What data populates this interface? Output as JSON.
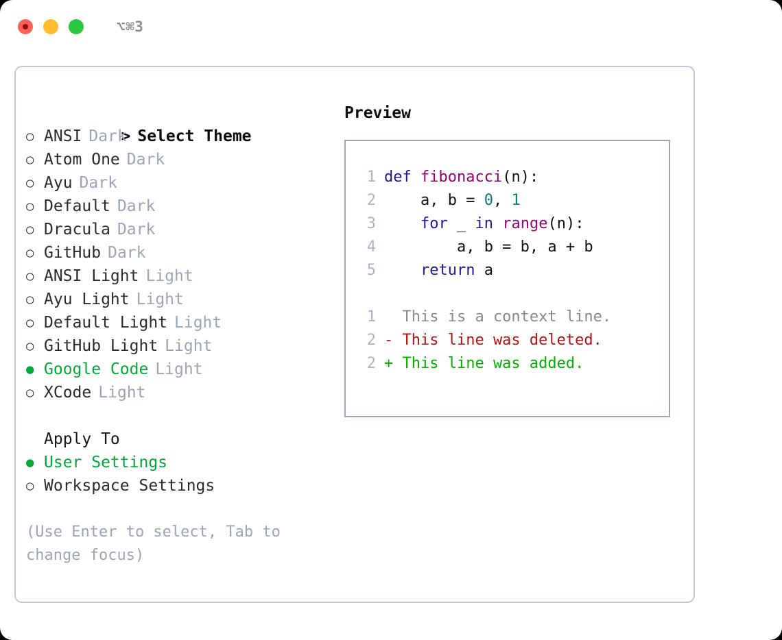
{
  "titlebar": {
    "shortcut": "⌥⌘3",
    "lights": [
      {
        "name": "close",
        "color": "#ff6159"
      },
      {
        "name": "minimize",
        "color": "#ffbd2e"
      },
      {
        "name": "maximize",
        "color": "#2ac940"
      }
    ]
  },
  "colors": {
    "accent_green": "#00a838",
    "muted_gray": "#9aa5b5",
    "panel_border": "#c2c9d4",
    "preview_border": "#9aa7b8",
    "keyword": "#1a1a9c",
    "function": "#990073",
    "number": "#0b7a73",
    "diff_added": "#00b000",
    "diff_deleted": "#b31414",
    "diff_context": "#8a8a8a"
  },
  "theme_list": {
    "title": "Select Theme",
    "caret": ">",
    "marker_unselected": "○",
    "marker_selected": "●",
    "items": [
      {
        "label": "ANSI",
        "badge": "Dark",
        "selected": false
      },
      {
        "label": "Atom One",
        "badge": "Dark",
        "selected": false
      },
      {
        "label": "Ayu",
        "badge": "Dark",
        "selected": false
      },
      {
        "label": "Default",
        "badge": "Dark",
        "selected": false
      },
      {
        "label": "Dracula",
        "badge": "Dark",
        "selected": false
      },
      {
        "label": "GitHub",
        "badge": "Dark",
        "selected": false
      },
      {
        "label": "ANSI Light",
        "badge": "Light",
        "selected": false
      },
      {
        "label": "Ayu Light",
        "badge": "Light",
        "selected": false
      },
      {
        "label": "Default Light",
        "badge": "Light",
        "selected": false
      },
      {
        "label": "GitHub Light",
        "badge": "Light",
        "selected": false
      },
      {
        "label": "Google Code",
        "badge": "Light",
        "selected": true
      },
      {
        "label": "XCode",
        "badge": "Light",
        "selected": false
      }
    ]
  },
  "apply_to": {
    "title": "Apply To",
    "items": [
      {
        "label": "User Settings",
        "selected": true
      },
      {
        "label": "Workspace Settings",
        "selected": false
      }
    ]
  },
  "hint": "(Use Enter to select, Tab to change focus)",
  "preview": {
    "title": "Preview",
    "code_lines": [
      {
        "lineno": "1",
        "tokens": [
          {
            "t": "def ",
            "c": "kw"
          },
          {
            "t": "fibonacci",
            "c": "fn"
          },
          {
            "t": "(n):",
            "c": "pl"
          }
        ]
      },
      {
        "lineno": "2",
        "tokens": [
          {
            "t": "    a, b = ",
            "c": "pl"
          },
          {
            "t": "0",
            "c": "num"
          },
          {
            "t": ", ",
            "c": "pl"
          },
          {
            "t": "1",
            "c": "num"
          }
        ]
      },
      {
        "lineno": "3",
        "tokens": [
          {
            "t": "    ",
            "c": "pl"
          },
          {
            "t": "for",
            "c": "kw"
          },
          {
            "t": " _ ",
            "c": "pl"
          },
          {
            "t": "in",
            "c": "kw"
          },
          {
            "t": " ",
            "c": "pl"
          },
          {
            "t": "range",
            "c": "fn"
          },
          {
            "t": "(n):",
            "c": "pl"
          }
        ]
      },
      {
        "lineno": "4",
        "tokens": [
          {
            "t": "        a, b = b, a + b",
            "c": "pl"
          }
        ]
      },
      {
        "lineno": "5",
        "tokens": [
          {
            "t": "    ",
            "c": "pl"
          },
          {
            "t": "return",
            "c": "kw"
          },
          {
            "t": " a",
            "c": "pl"
          }
        ]
      }
    ],
    "diff_lines": [
      {
        "lineno": "1",
        "prefix": "  ",
        "text": "This is a context line.",
        "kind": "ctx"
      },
      {
        "lineno": "2",
        "prefix": "- ",
        "text": "This line was deleted.",
        "kind": "del"
      },
      {
        "lineno": "2",
        "prefix": "+ ",
        "text": "This line was added.",
        "kind": "add"
      }
    ]
  }
}
